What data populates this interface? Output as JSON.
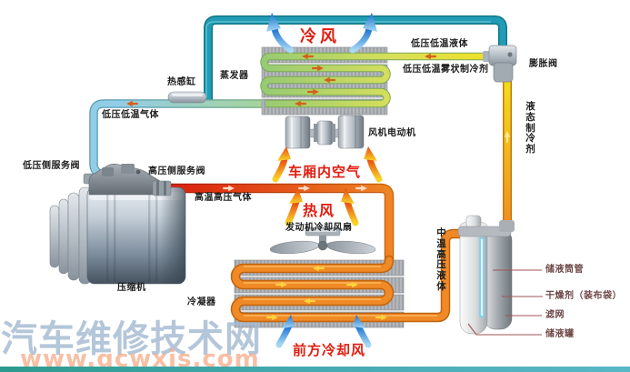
{
  "watermark": {
    "site_name": "汽车维修技术网",
    "site_url": "www.qcwxjs.com"
  },
  "airflow_labels": {
    "cold_air": "冷风",
    "cabin_air": "车厢内空气",
    "hot_air": "热风",
    "front_cooling_air": "前方冷却风"
  },
  "component_labels": {
    "evaporator": "蒸发器",
    "heat_sensing_cylinder": "热感缸",
    "expansion_valve": "膨胀阀",
    "blower_motor": "风机电动机",
    "engine_cooling_fan": "发动机冷却风扇",
    "compressor": "压缩机",
    "condenser": "冷凝器",
    "low_side_service_valve": "低压侧服务阀",
    "high_side_service_valve": "高压侧服务阀",
    "receiver_tube": "储液筒管",
    "desiccant": "干燥剂（装布袋）",
    "filter_screen": "滤网",
    "receiver_tank": "储液罐"
  },
  "refrigerant_state_labels": {
    "low_pressure_low_temp_liquid": "低压低温液体",
    "low_pressure_low_temp_mist": "低压低温雾状制冷剂",
    "low_pressure_low_temp_gas": "低压低温气体",
    "high_temp_high_pressure_gas": "高温高压气体",
    "medium_temp_high_pressure_liquid": "中温高压液体",
    "liquid_refrigerant": "液态制冷剂"
  },
  "colors": {
    "sensing_line": "#219cb4",
    "suction_pipe": "#92cde6",
    "evaporator_coil": "#c9dc5e",
    "discharge_pipe": "#d81c0c",
    "condenser_coil": "#ef8a26",
    "liquid_line": "#f4dc1c",
    "label_red": "#e01d14",
    "watermark_text": "#a3bad1",
    "watermark_url": "#f6ad8c",
    "footer_bar": "#2d9a8e"
  }
}
